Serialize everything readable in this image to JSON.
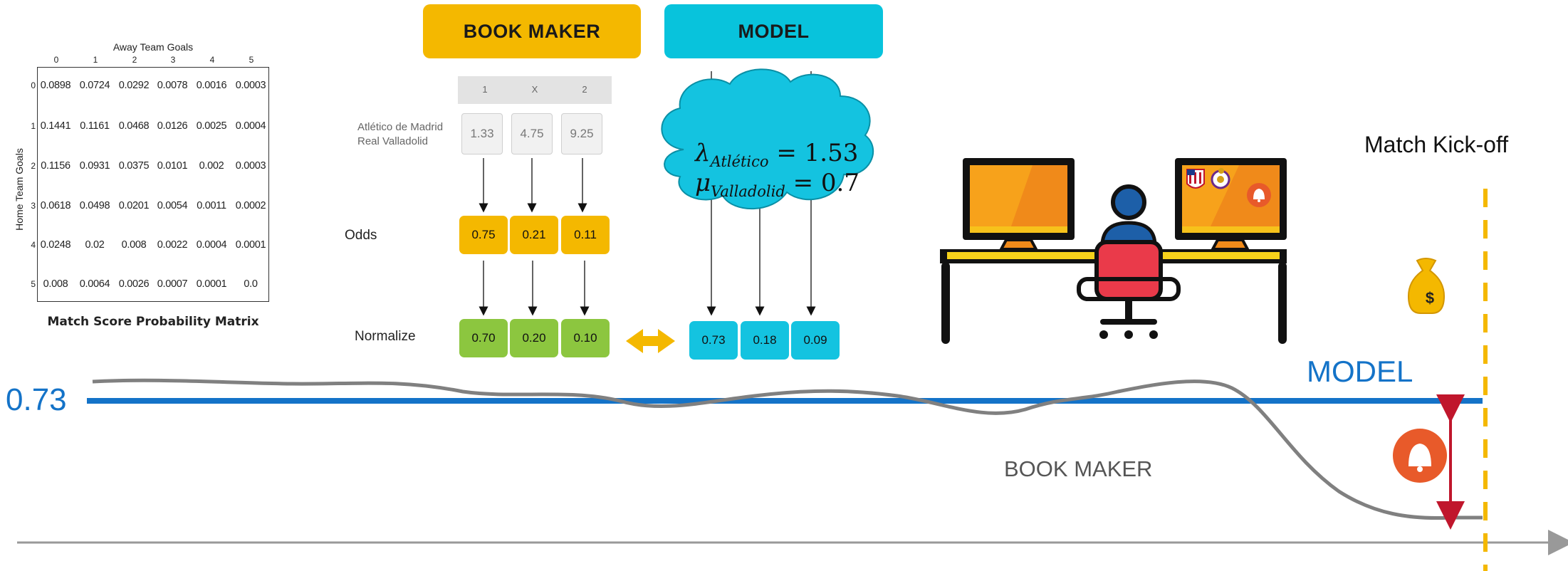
{
  "matrix": {
    "x_axis_label": "Away Team Goals",
    "y_axis_label": "Home Team Goals",
    "caption": "Match Score Probability Matrix",
    "col_ticks": [
      "0",
      "1",
      "2",
      "3",
      "4",
      "5"
    ],
    "row_ticks": [
      "0",
      "1",
      "2",
      "3",
      "4",
      "5"
    ],
    "rows": [
      [
        "0.0898",
        "0.0724",
        "0.0292",
        "0.0078",
        "0.0016",
        "0.0003"
      ],
      [
        "0.1441",
        "0.1161",
        "0.0468",
        "0.0126",
        "0.0025",
        "0.0004"
      ],
      [
        "0.1156",
        "0.0931",
        "0.0375",
        "0.0101",
        "0.002",
        "0.0003"
      ],
      [
        "0.0618",
        "0.0498",
        "0.0201",
        "0.0054",
        "0.0011",
        "0.0002"
      ],
      [
        "0.0248",
        "0.02",
        "0.008",
        "0.0022",
        "0.0004",
        "0.0001"
      ],
      [
        "0.008",
        "0.0064",
        "0.0026",
        "0.0007",
        "0.0001",
        "0.0"
      ]
    ]
  },
  "bookmaker": {
    "title": "BOOK MAKER",
    "outcome_headers": [
      "1",
      "X",
      "2"
    ],
    "teams": [
      "Atlético de Madrid",
      "Real Valladolid"
    ],
    "decimal_odds": [
      "1.33",
      "4.75",
      "9.25"
    ],
    "odds_label": "Odds",
    "implied": [
      "0.75",
      "0.21",
      "0.11"
    ],
    "normalize_label": "Normalize",
    "normalized": [
      "0.70",
      "0.20",
      "0.10"
    ],
    "colors": {
      "header": "#f4b800",
      "implied": "#f4b800",
      "normalized": "#8cc63f"
    }
  },
  "model": {
    "title": "MODEL",
    "lambda_symbol": "λ",
    "lambda_team": "Atlético",
    "lambda_value": "= 1.53",
    "mu_symbol": "μ",
    "mu_team": "Valladolid",
    "mu_value": "= 0.7",
    "probabilities": [
      "0.73",
      "0.18",
      "0.09"
    ],
    "colors": {
      "header": "#08c3dc",
      "cloud": "#14c3e0"
    }
  },
  "timeline": {
    "kickoff_label": "Match Kick-off",
    "level_value": "0.73",
    "model_label": "MODEL",
    "bookmaker_label": "BOOK MAKER",
    "colors": {
      "model_line": "#1473c8",
      "bookmaker_line": "#808080",
      "kickoff": "#f4b800",
      "gap_arrow": "#c0162c"
    }
  },
  "icons": [
    "money-bag-icon",
    "bell-icon",
    "workstation-icon",
    "double-arrow-icon",
    "team-crest-icon"
  ]
}
